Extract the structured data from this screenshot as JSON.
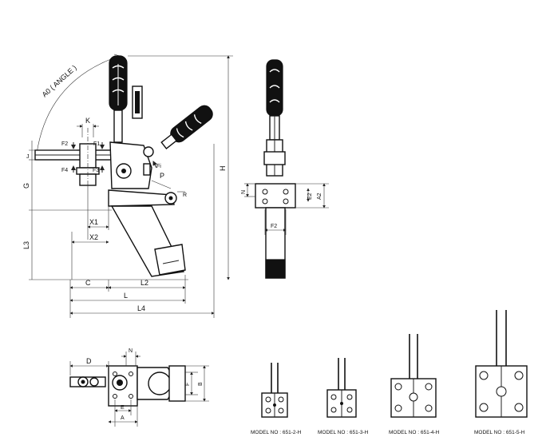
{
  "labels": {
    "angle": "A0 ( ANGLE )",
    "K": "K",
    "F1": "F1",
    "F2": "F2",
    "F3": "F3",
    "F4": "F4",
    "Fi": "Fi",
    "P": "P",
    "R": "R",
    "J": "J",
    "G": "G",
    "H": "H",
    "L3": "L3",
    "X1": "X1",
    "X2": "X2",
    "C": "C",
    "L2": "L2",
    "L": "L",
    "L4": "L4",
    "N": "N",
    "E2": "E2",
    "A2": "A2",
    "F2_side": "F2",
    "D": "D",
    "N_bottom": "N",
    "F": "F",
    "B": "B",
    "E": "E",
    "A": "A"
  },
  "models": [
    "MODEL NO : 651-2-H",
    "MODEL NO : 651-3-H",
    "MODEL NO : 651-4-H",
    "MODEL NO : 651-5-H"
  ]
}
